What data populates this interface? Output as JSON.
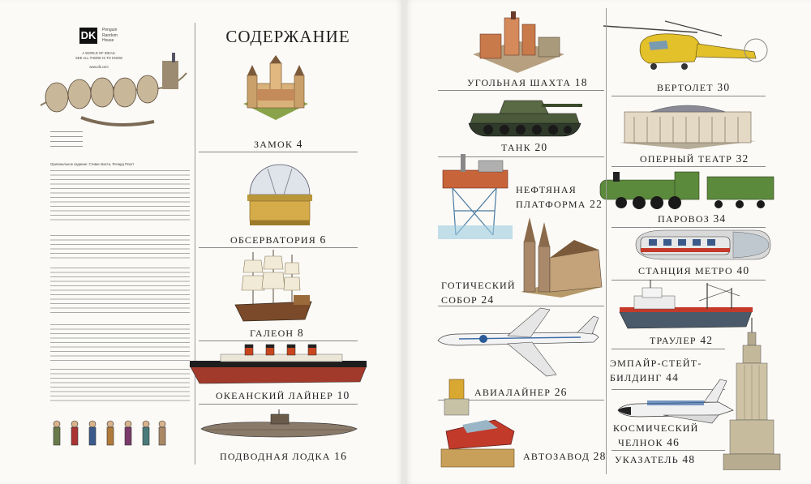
{
  "left_page": {
    "publisher_logo": "DK",
    "publisher_name_lines": [
      "Penguin",
      "Random",
      "House"
    ],
    "imprint_line_1": "A WORLD OF IDEAS:",
    "imprint_line_2": "SEE ALL THERE IS TO KNOW",
    "website": "www.dk.com",
    "credits_paragraph": "Оригинальное издание: Стивен Бисти, Ричард Платт",
    "toc_heading": "Содержание",
    "toc_entries": [
      {
        "title": "Замок",
        "page": "4"
      },
      {
        "title": "Обсерватория",
        "page": "6"
      },
      {
        "title": "Галеон",
        "page": "8"
      },
      {
        "title": "Океанский лайнер",
        "page": "10"
      },
      {
        "title": "Подводная лодка",
        "page": "16"
      }
    ]
  },
  "right_page": {
    "toc_entries_left_column": [
      {
        "title": "Угольная шахта",
        "page": "18"
      },
      {
        "title": "Танк",
        "page": "20"
      },
      {
        "title_lines": [
          "Нефтяная",
          "платформа"
        ],
        "page": "22"
      },
      {
        "title_lines": [
          "Готический",
          "собор"
        ],
        "page": "24"
      },
      {
        "title": "Авиалайнер",
        "page": "26"
      },
      {
        "title": "Автозавод",
        "page": "28"
      }
    ],
    "toc_entries_right_column": [
      {
        "title": "Вертолет",
        "page": "30"
      },
      {
        "title": "Оперный театр",
        "page": "32"
      },
      {
        "title": "Паровоз",
        "page": "34"
      },
      {
        "title": "Станция метро",
        "page": "40"
      },
      {
        "title": "Траулер",
        "page": "42"
      },
      {
        "title_lines": [
          "Эмпайр-стейт-",
          "билдинг"
        ],
        "page": "44"
      },
      {
        "title_lines": [
          "Космический",
          "челнок"
        ],
        "page": "46"
      },
      {
        "title": "Указатель",
        "page": "48"
      }
    ]
  },
  "colors": {
    "page_bg": "#fbfaf7",
    "rule": "#888888",
    "text": "#222222"
  }
}
